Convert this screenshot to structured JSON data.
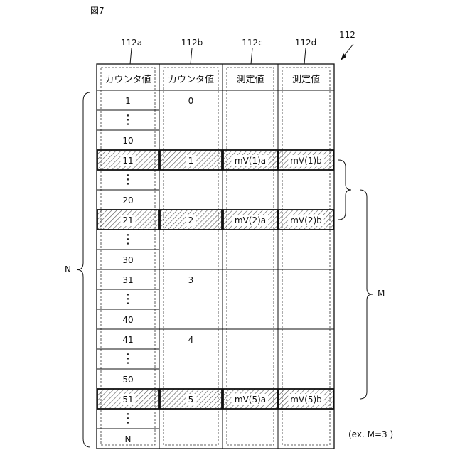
{
  "figure_title": "図7",
  "table_ref": "112",
  "columns": [
    {
      "ref": "112a",
      "header": "カウンタ値"
    },
    {
      "ref": "112b",
      "header": "カウンタ値"
    },
    {
      "ref": "112c",
      "header": "測定値"
    },
    {
      "ref": "112d",
      "header": "測定値"
    }
  ],
  "rows": [
    {
      "a": "1",
      "b": "0",
      "c": "",
      "d": "",
      "hatched": false
    },
    {
      "a": "⋮",
      "b": "",
      "c": "",
      "d": "",
      "hatched": false
    },
    {
      "a": "10",
      "b": "",
      "c": "",
      "d": "",
      "hatched": false
    },
    {
      "a": "11",
      "b": "1",
      "c": "mV(1)a",
      "d": "mV(1)b",
      "hatched": true
    },
    {
      "a": "⋮",
      "b": "",
      "c": "",
      "d": "",
      "hatched": false
    },
    {
      "a": "20",
      "b": "",
      "c": "",
      "d": "",
      "hatched": false
    },
    {
      "a": "21",
      "b": "2",
      "c": "mV(2)a",
      "d": "mV(2)b",
      "hatched": true
    },
    {
      "a": "⋮",
      "b": "",
      "c": "",
      "d": "",
      "hatched": false
    },
    {
      "a": "30",
      "b": "",
      "c": "",
      "d": "",
      "hatched": false
    },
    {
      "a": "31",
      "b": "3",
      "c": "",
      "d": "",
      "hatched": false
    },
    {
      "a": "⋮",
      "b": "",
      "c": "",
      "d": "",
      "hatched": false
    },
    {
      "a": "40",
      "b": "",
      "c": "",
      "d": "",
      "hatched": false
    },
    {
      "a": "41",
      "b": "4",
      "c": "",
      "d": "",
      "hatched": false
    },
    {
      "a": "⋮",
      "b": "",
      "c": "",
      "d": "",
      "hatched": false
    },
    {
      "a": "50",
      "b": "",
      "c": "",
      "d": "",
      "hatched": false
    },
    {
      "a": "51",
      "b": "5",
      "c": "mV(5)a",
      "d": "mV(5)b",
      "hatched": true
    },
    {
      "a": "⋮",
      "b": "",
      "c": "",
      "d": "",
      "hatched": false
    },
    {
      "a": "N",
      "b": "",
      "c": "",
      "d": "",
      "hatched": false
    }
  ],
  "label_n": "N",
  "label_m": "M",
  "note": "(ex. M=3 )"
}
